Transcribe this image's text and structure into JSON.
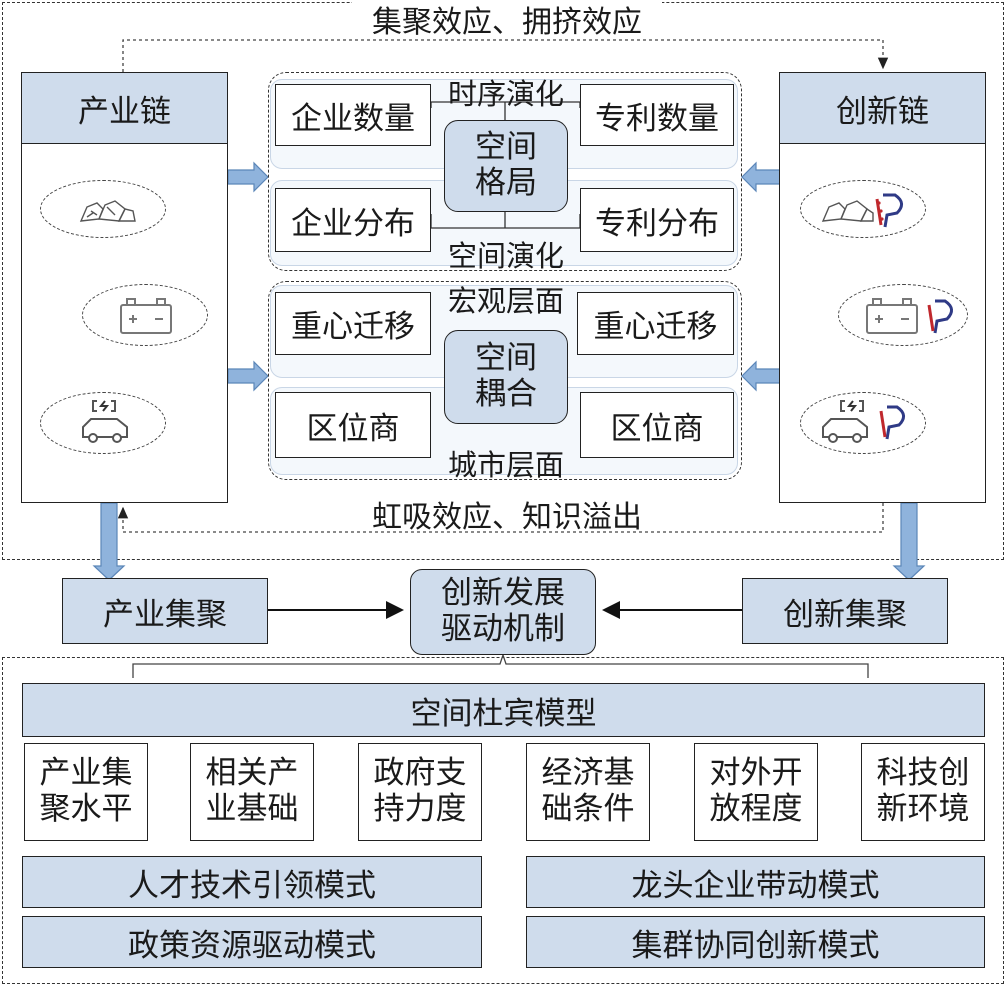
{
  "top_label": "集聚效应、拥挤效应",
  "bottom_label": "虹吸效应、知识溢出",
  "industry_chain": {
    "title": "产业链",
    "stages": [
      {
        "icon": "ore-icon"
      },
      {
        "icon": "battery-icon"
      },
      {
        "icon": "electric-car-icon"
      }
    ]
  },
  "innovation_chain": {
    "title": "创新链",
    "stages": [
      {
        "icon": "ore-patent-icon"
      },
      {
        "icon": "battery-patent-icon"
      },
      {
        "icon": "electric-car-patent-icon"
      }
    ]
  },
  "spatial_pattern": {
    "center": [
      "空间",
      "格局"
    ],
    "top_label": "时序演化",
    "bottom_label": "空间演化",
    "top_left": "企业数量",
    "top_right": "专利数量",
    "bottom_left": "企业分布",
    "bottom_right": "专利分布"
  },
  "spatial_coupling": {
    "center": [
      "空间",
      "耦合"
    ],
    "top_label": "宏观层面",
    "bottom_label": "城市层面",
    "top_left": "重心迁移",
    "top_right": "重心迁移",
    "bottom_left": "区位商",
    "bottom_right": "区位商"
  },
  "industry_cluster": "产业集聚",
  "innovation_cluster": "创新集聚",
  "mechanism": [
    "创新发展",
    "驱动机制"
  ],
  "model_title": "空间杜宾模型",
  "factors": [
    [
      "产业集",
      "聚水平"
    ],
    [
      "相关产",
      "业基础"
    ],
    [
      "政府支",
      "持力度"
    ],
    [
      "经济基",
      "础条件"
    ],
    [
      "对外开",
      "放程度"
    ],
    [
      "科技创",
      "新环境"
    ]
  ],
  "modes": [
    "人才技术引领模式",
    "龙头企业带动模式",
    "政策资源驱动模式",
    "集群协同创新模式"
  ],
  "colors": {
    "accent_fill": "#cfdcec",
    "arrow_fill": "#8fb3dc",
    "arrow_stroke": "#5b86b8"
  }
}
